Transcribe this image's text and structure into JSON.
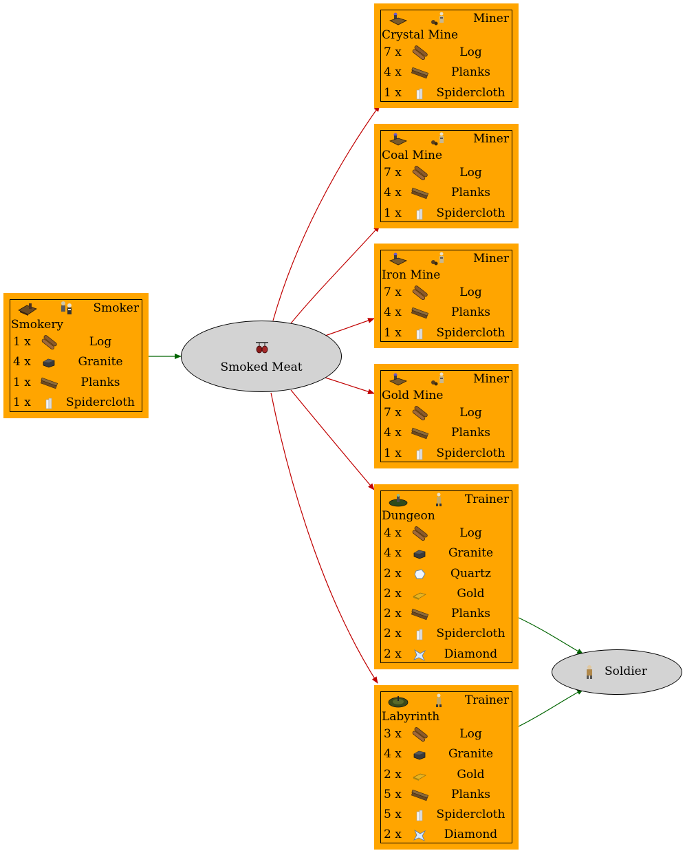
{
  "center_node": {
    "label": "Smoked Meat",
    "icon": "smoked-meat-icon"
  },
  "soldier_node": {
    "label": "Soldier",
    "icon": "soldier-icon"
  },
  "producer": {
    "building": "Smokery",
    "worker": "Smoker",
    "building_icon": "smokery-icon",
    "worker_icon": "smoker-icon",
    "costs": [
      {
        "count": "1 x",
        "ware": "Log",
        "icon": "log-icon"
      },
      {
        "count": "4 x",
        "ware": "Granite",
        "icon": "granite-icon"
      },
      {
        "count": "1 x",
        "ware": "Planks",
        "icon": "planks-icon"
      },
      {
        "count": "1 x",
        "ware": "Spidercloth",
        "icon": "spidercloth-icon"
      }
    ]
  },
  "consumers": [
    {
      "building": "Crystal Mine",
      "worker": "Miner",
      "building_icon": "mine-icon",
      "worker_icon": "miner-icon",
      "costs": [
        {
          "count": "7 x",
          "ware": "Log",
          "icon": "log-icon"
        },
        {
          "count": "4 x",
          "ware": "Planks",
          "icon": "planks-icon"
        },
        {
          "count": "1 x",
          "ware": "Spidercloth",
          "icon": "spidercloth-icon"
        }
      ]
    },
    {
      "building": "Coal Mine",
      "worker": "Miner",
      "building_icon": "mine-icon",
      "worker_icon": "miner-icon",
      "costs": [
        {
          "count": "7 x",
          "ware": "Log",
          "icon": "log-icon"
        },
        {
          "count": "4 x",
          "ware": "Planks",
          "icon": "planks-icon"
        },
        {
          "count": "1 x",
          "ware": "Spidercloth",
          "icon": "spidercloth-icon"
        }
      ]
    },
    {
      "building": "Iron Mine",
      "worker": "Miner",
      "building_icon": "mine-icon",
      "worker_icon": "miner-icon",
      "costs": [
        {
          "count": "7 x",
          "ware": "Log",
          "icon": "log-icon"
        },
        {
          "count": "4 x",
          "ware": "Planks",
          "icon": "planks-icon"
        },
        {
          "count": "1 x",
          "ware": "Spidercloth",
          "icon": "spidercloth-icon"
        }
      ]
    },
    {
      "building": "Gold Mine",
      "worker": "Miner",
      "building_icon": "mine-icon",
      "worker_icon": "miner-icon",
      "costs": [
        {
          "count": "7 x",
          "ware": "Log",
          "icon": "log-icon"
        },
        {
          "count": "4 x",
          "ware": "Planks",
          "icon": "planks-icon"
        },
        {
          "count": "1 x",
          "ware": "Spidercloth",
          "icon": "spidercloth-icon"
        }
      ]
    },
    {
      "building": "Dungeon",
      "worker": "Trainer",
      "building_icon": "dungeon-icon",
      "worker_icon": "trainer-icon",
      "costs": [
        {
          "count": "4 x",
          "ware": "Log",
          "icon": "log-icon"
        },
        {
          "count": "4 x",
          "ware": "Granite",
          "icon": "granite-icon"
        },
        {
          "count": "2 x",
          "ware": "Quartz",
          "icon": "quartz-icon"
        },
        {
          "count": "2 x",
          "ware": "Gold",
          "icon": "gold-icon"
        },
        {
          "count": "2 x",
          "ware": "Planks",
          "icon": "planks-icon"
        },
        {
          "count": "2 x",
          "ware": "Spidercloth",
          "icon": "spidercloth-icon"
        },
        {
          "count": "2 x",
          "ware": "Diamond",
          "icon": "diamond-icon"
        }
      ]
    },
    {
      "building": "Labyrinth",
      "worker": "Trainer",
      "building_icon": "labyrinth-icon",
      "worker_icon": "trainer-icon",
      "costs": [
        {
          "count": "3 x",
          "ware": "Log",
          "icon": "log-icon"
        },
        {
          "count": "4 x",
          "ware": "Granite",
          "icon": "granite-icon"
        },
        {
          "count": "2 x",
          "ware": "Gold",
          "icon": "gold-icon"
        },
        {
          "count": "5 x",
          "ware": "Planks",
          "icon": "planks-icon"
        },
        {
          "count": "5 x",
          "ware": "Spidercloth",
          "icon": "spidercloth-icon"
        },
        {
          "count": "2 x",
          "ware": "Diamond",
          "icon": "diamond-icon"
        }
      ]
    }
  ],
  "colors": {
    "box": "#FFA500",
    "node": "#D3D3D3",
    "consume_edge": "#C00000",
    "produce_edge": "#006400"
  }
}
